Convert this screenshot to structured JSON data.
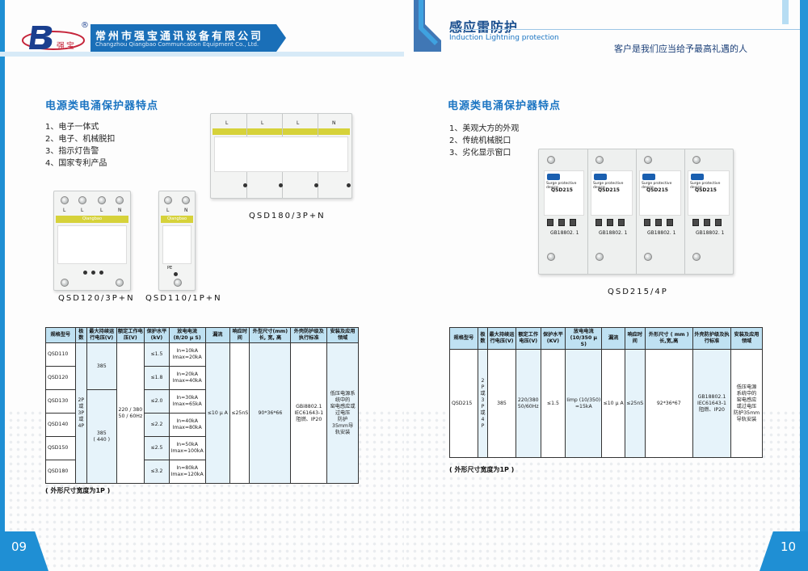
{
  "left_page": {
    "company": {
      "reg_mark": "®",
      "logo_text": "强宝",
      "name_cn": "常州市强宝通讯设备有限公司",
      "name_en": "Changzhou Qiangbao Communcation Equipment Co., Ltd."
    },
    "section_title": "电源类电涌保护器特点",
    "features": [
      "1、电子一体式",
      "2、电子、机械脱扣",
      "3、指示灯告警",
      "4、国家专利产品"
    ],
    "captions": {
      "qsd180": "QSD180/3P+N",
      "qsd120": "QSD120/3P+N",
      "qsd110": "QSD110/1P+N"
    },
    "device_labels": {
      "brand": "Qiangbao",
      "pe": "PE",
      "term_l": "L",
      "term_n": "N",
      "qsd180_terms": [
        "L",
        "L",
        "L",
        "N"
      ],
      "qsd120_terms": [
        "L",
        "L",
        "L",
        "N"
      ],
      "qsd110_terms": [
        "L",
        "N"
      ]
    },
    "table": {
      "headers": [
        "规格型号",
        "极数",
        "最大持续运行电压(V)",
        "额定工作电压(V)",
        "保护水平(kV)",
        "放电电流(8/20 μ S)",
        "漏流",
        "响应时间",
        "外型尺寸(mm)长, 宽, 高",
        "外壳防护级及执行标准",
        "安装及应用领域"
      ],
      "models": [
        "QSD110",
        "QSD120",
        "QSD130",
        "QSD140",
        "QSD150",
        "QSD180"
      ],
      "poles": "2P\n或\n3P\n或\n4P",
      "max_voltage_1": "385",
      "max_voltage_2": "385\n( 440 )",
      "rated_voltage": "220 / 380\n50 / 60Hz",
      "protection": [
        "≤1.5",
        "≤1.8",
        "≤2.0",
        "≤2.2",
        "≤2.5",
        "≤3.2"
      ],
      "discharge": [
        "In=10kA\nImax=20kA",
        "In=20kA\nImax=40kA",
        "In=30kA\nImax=65kA",
        "In=40kA\nImax=80kA",
        "In=50kA\nImax=100kA",
        "In=80kA\nImax=120kA"
      ],
      "leakage": "≤10 μ A",
      "response": "≤25nS",
      "size": "90*36*66",
      "standard": "GBi8802.1\nIEC61643-1\n阻燃、IP20",
      "application": "低压电源系统中的\n窑电感应或过电压\n防护\n35mm导\n轨安装"
    },
    "note": "( 外形尺寸宽度为1P )",
    "page_number": "09"
  },
  "right_page": {
    "title_cn": "感应雷防护",
    "title_en": "Induction Lightning  protection",
    "slogan": "客户是我们应当给予最高礼遇的人",
    "section_title": "电源类电涌保护器特点",
    "features": [
      "1、美观大方的外观",
      "2、传统机械脱口",
      "3、劣化显示窗口"
    ],
    "caption": "QSD215/4P",
    "device_labels": {
      "model": "QSD215",
      "device_name": "Surge protective device",
      "standard": "GB18802. 1"
    },
    "table": {
      "headers": [
        "规格型号",
        "极数",
        "最大持续运行电压(V)",
        "额定工作电压(V)",
        "保护水平(KV)",
        "放电电流(10/350 μ S)",
        "漏流",
        "响应时间",
        "外形尺寸 ( mm )长,宽,高",
        "外壳防护级及执行标准",
        "安装及应用领域"
      ],
      "model": "QSD215",
      "poles": "2 P\n或\n3 P\n或\n4 P",
      "max_voltage": "385",
      "rated_voltage": "220/380\n50/60Hz",
      "protection": "≤1.5",
      "discharge": "Iimp (10/350)\n=15kA",
      "leakage": "≤10 μ A",
      "response": "≤25nS",
      "size": "92*36*67",
      "standard": "GB18802.1\nIEC61643-1\n阻燃、IP20",
      "application": "低压电源\n系统中的\n窑电感应\n或过电压\n防护35mm\n导轨安装"
    },
    "note": "( 外形尺寸宽度为1P )",
    "page_number": "10"
  },
  "colors": {
    "brand_blue": "#1a6fb8",
    "accent_blue": "#1f8fd4",
    "table_header": "#bfe1f2",
    "band_yellow": "#d6d23a"
  }
}
